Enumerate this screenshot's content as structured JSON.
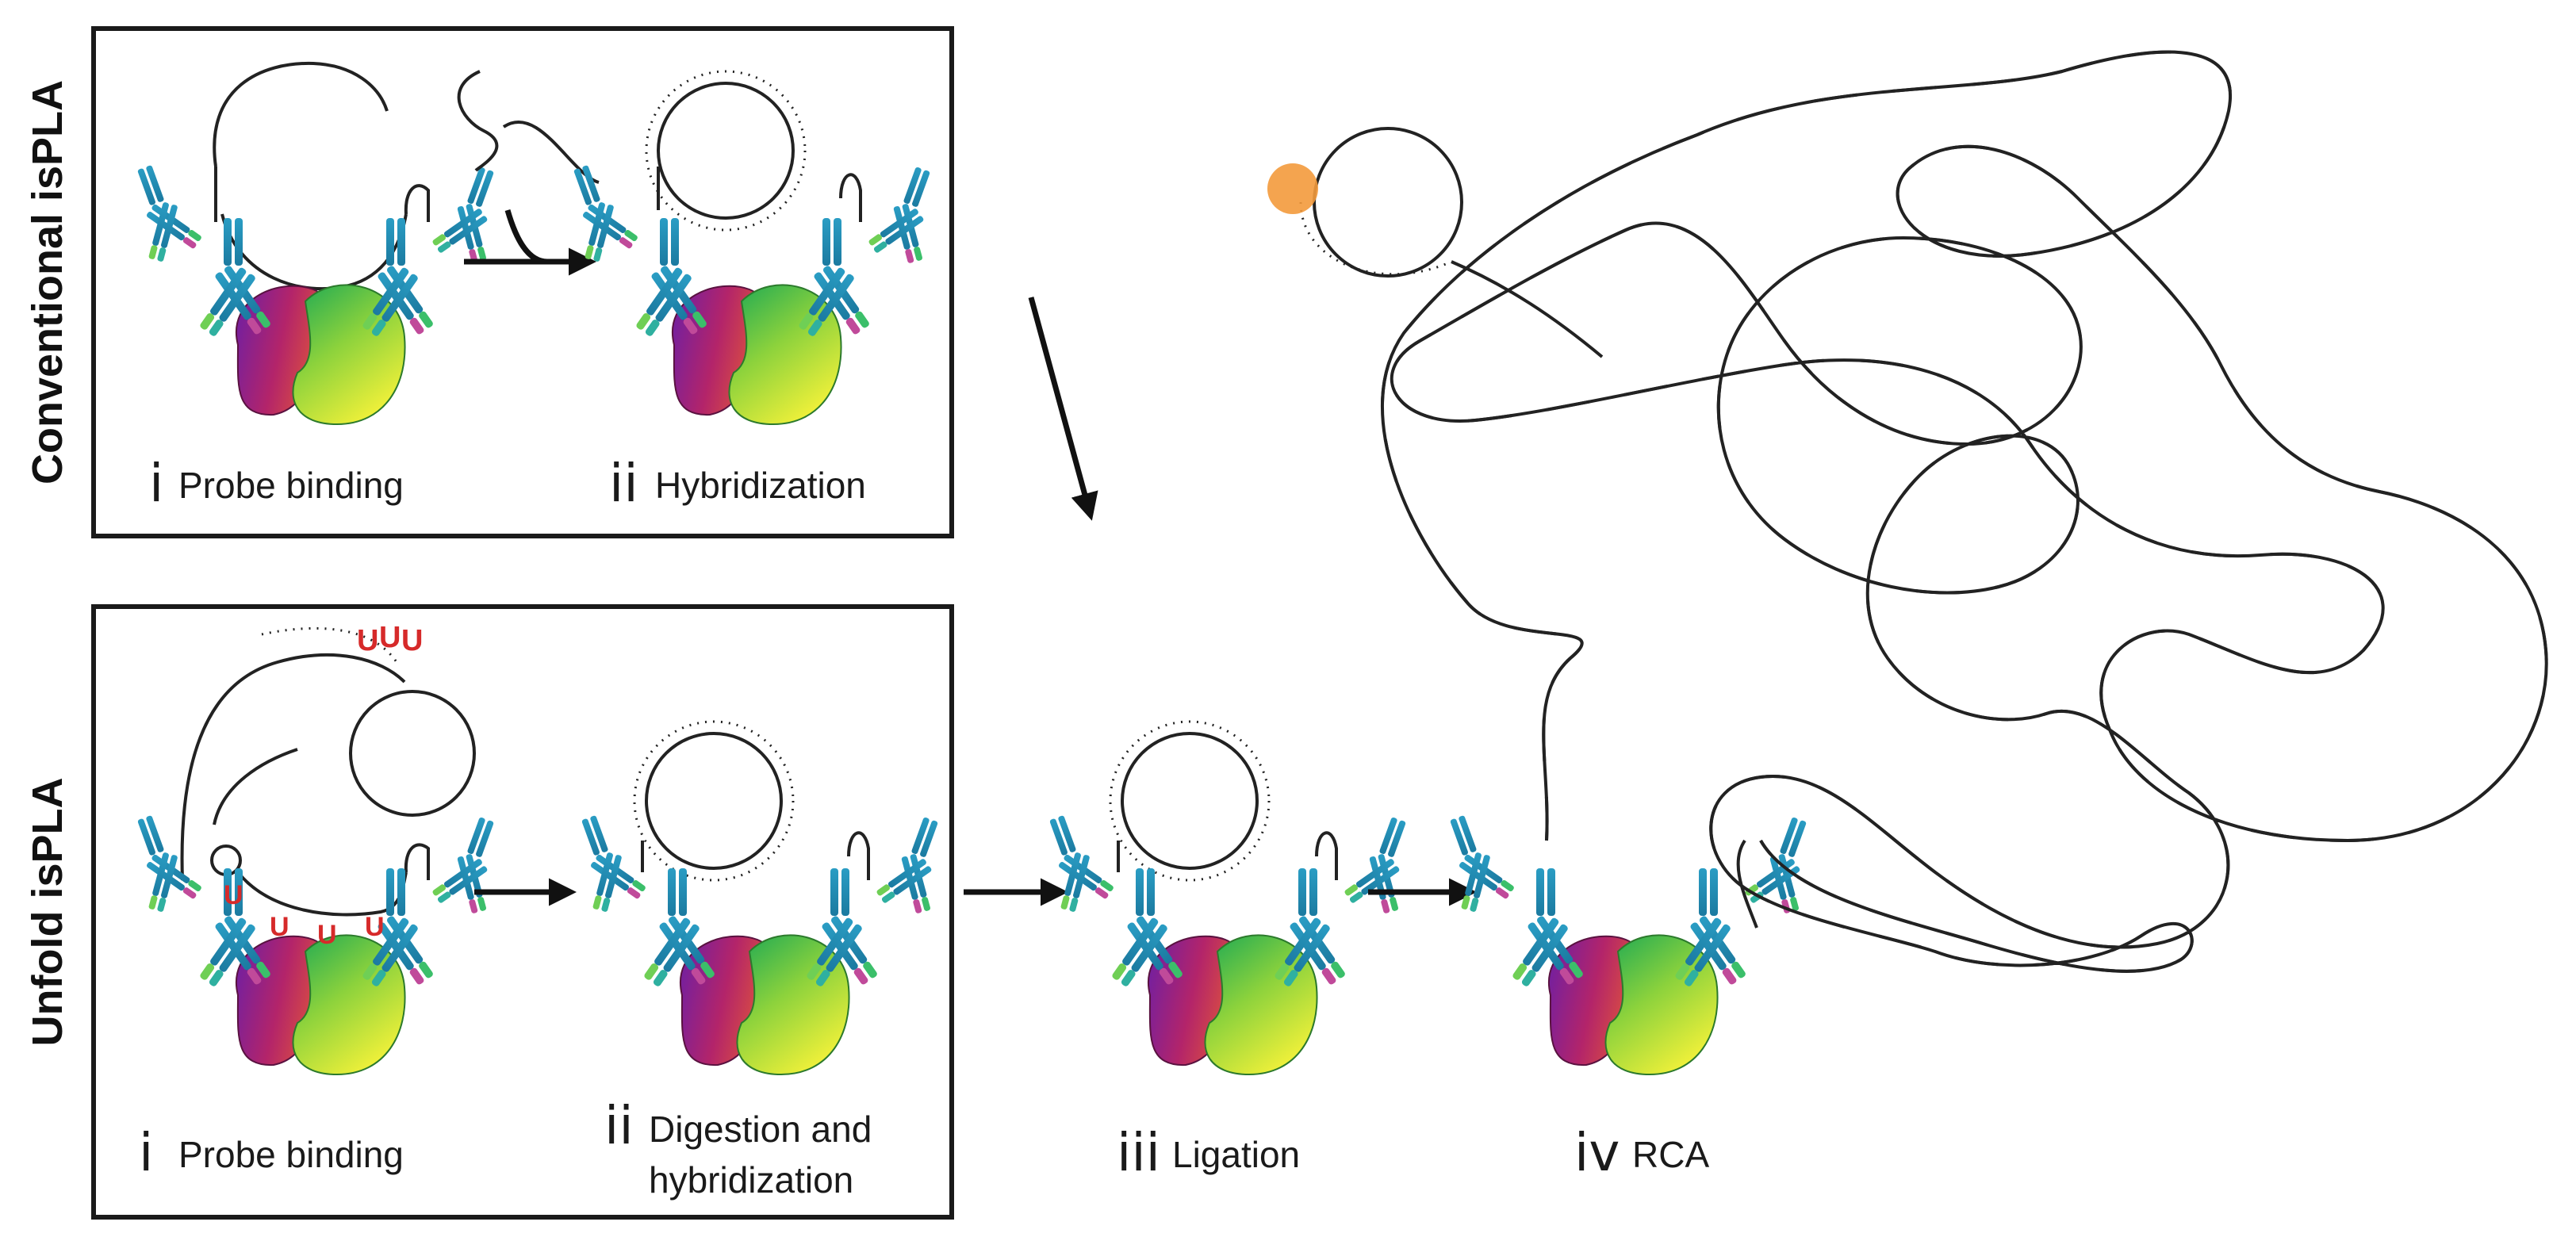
{
  "panels": {
    "conventional": {
      "title": "Conventional isPLA",
      "steps": [
        {
          "numeral": "i",
          "label": "Probe binding"
        },
        {
          "numeral": "ii",
          "label": "Hybridization"
        }
      ]
    },
    "unfold": {
      "title": "Unfold isPLA",
      "steps": [
        {
          "numeral": "i",
          "label": "Probe binding"
        },
        {
          "numeral": "ii",
          "label_line1": "Digestion and",
          "label_line2": "hybridization"
        }
      ],
      "uracil_mark": "U"
    }
  },
  "shared_steps": [
    {
      "numeral": "iii",
      "label": "Ligation"
    },
    {
      "numeral": "iv",
      "label": "RCA"
    }
  ],
  "colors": {
    "strand": "#222222",
    "rca_dash": "#d62a2a",
    "uracil": "#d62a2a",
    "fluorophore": "#f39a3c",
    "antibody": "#1f8fb5",
    "protein_a": "#9b1f6a",
    "protein_b": "#2fb24a"
  }
}
